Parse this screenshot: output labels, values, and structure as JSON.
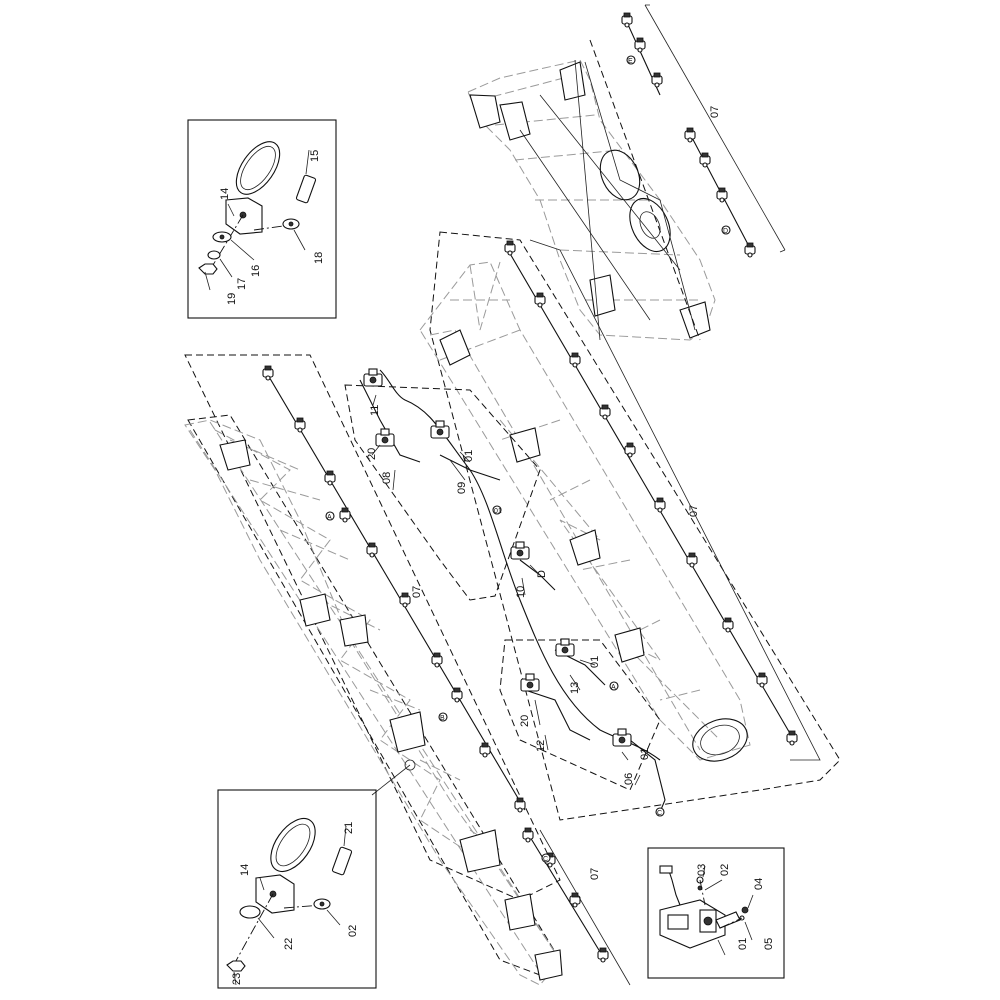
{
  "detail_top_left": {
    "labels": [
      "14",
      "15",
      "16",
      "17",
      "18",
      "19"
    ]
  },
  "detail_bottom_left": {
    "labels": [
      "14",
      "21",
      "22",
      "02",
      "23"
    ]
  },
  "detail_bottom_right": {
    "labels": [
      "03",
      "02",
      "04",
      "01",
      "05"
    ]
  },
  "boom_left": {
    "labels": [
      "A",
      "07",
      "B"
    ]
  },
  "boom_center": {
    "labels": [
      "07"
    ]
  },
  "boom_top": {
    "labels": [
      "E",
      "07",
      "D"
    ]
  },
  "boom_bottom_right": {
    "labels": [
      "C",
      "07"
    ]
  },
  "harness_upper": {
    "labels": [
      "11",
      "20",
      "08",
      "01",
      "09",
      "D",
      "01",
      "10"
    ]
  },
  "harness_lower": {
    "labels": [
      "01",
      "13",
      "A",
      "20",
      "12",
      "01",
      "06",
      "C"
    ]
  }
}
